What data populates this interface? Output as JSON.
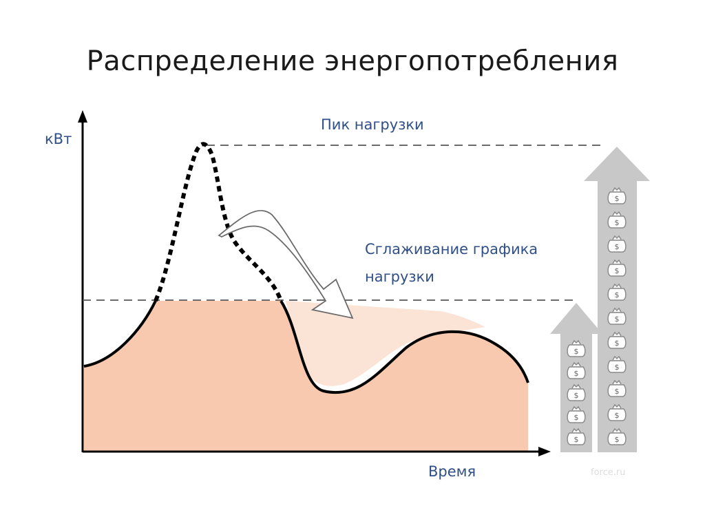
{
  "slide": {
    "title": "Распределение энергопотребления"
  },
  "axes": {
    "y_label": "кВт",
    "x_label": "Время"
  },
  "annotations": {
    "peak_label": "Пик нагрузки",
    "smoothing_line1": "Сглаживание графика",
    "smoothing_line2": "нагрузки",
    "watermark": "force.ru"
  },
  "colors": {
    "text_blue": "#2f4f86",
    "fill_peach": "#f8c9ae",
    "fill_light": "#fbe3d6",
    "curve": "#000000",
    "dash": "#555555",
    "arrow_gray": "#c8c8c8"
  },
  "icons": {
    "bag": "money-bag-icon",
    "dollar_sign": "$"
  }
}
